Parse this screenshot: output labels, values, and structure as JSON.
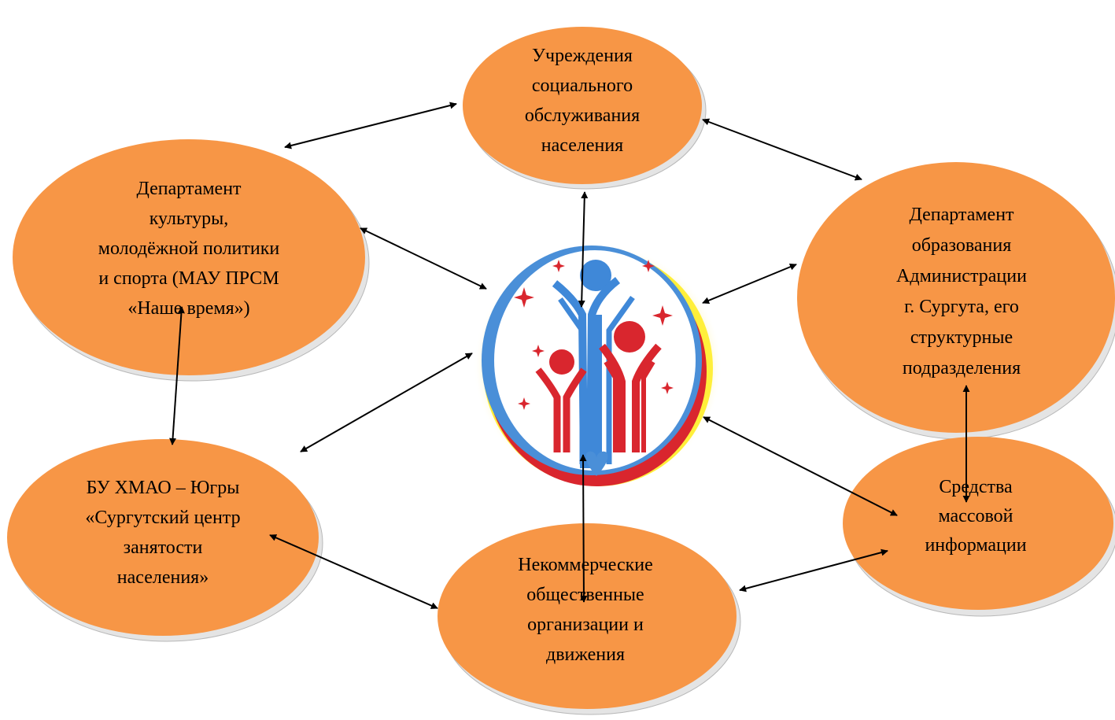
{
  "diagram": {
    "colors": {
      "ellipse_fill": "#F79646",
      "ellipse_shadow": "#b8b8b8",
      "arrow": "#000000"
    },
    "nodes": [
      {
        "id": "social",
        "lines": [
          "Учреждения",
          "социального",
          "обслуживания",
          "населения"
        ]
      },
      {
        "id": "culture",
        "lines": [
          "Департамент",
          "культуры,",
          "молодёжной политики",
          "и спорта (МАУ ПРСМ",
          "«Наше время»)"
        ]
      },
      {
        "id": "education",
        "lines": [
          "Департамент",
          "образования",
          "Администрации",
          "г. Сургута, его",
          "структурные",
          "подразделения"
        ]
      },
      {
        "id": "employment",
        "lines": [
          "БУ ХМАО – Югры",
          "«Сургутский центр",
          "занятости",
          "населения»"
        ]
      },
      {
        "id": "ngo",
        "lines": [
          "Некоммерческие",
          "общественные",
          "организации и",
          "движения"
        ]
      },
      {
        "id": "media",
        "lines": [
          "Средства",
          "массовой",
          "информации"
        ]
      }
    ],
    "logo": {
      "icon": "family-emblem-icon"
    }
  }
}
